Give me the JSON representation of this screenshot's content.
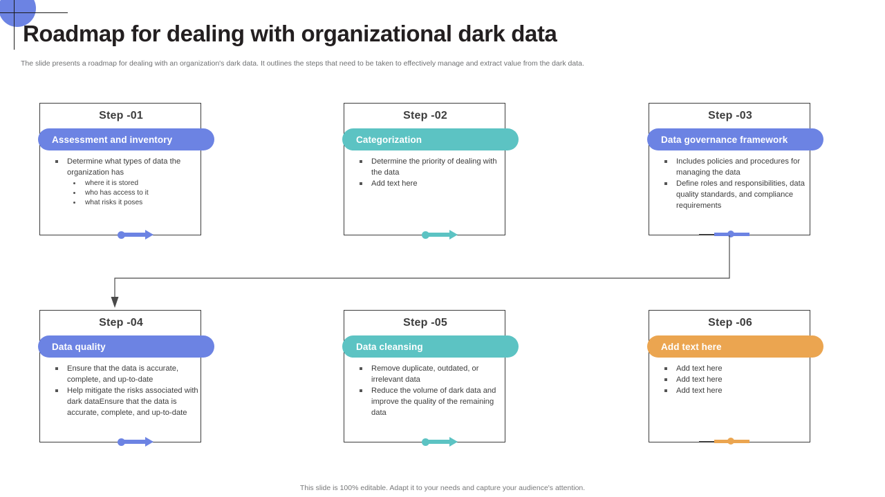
{
  "header": {
    "title": "Roadmap for dealing with organizational dark data",
    "subtitle": "The slide presents a roadmap for dealing with an organization's dark data. It outlines the steps that need to be taken to effectively manage and extract value from the dark data."
  },
  "footer": {
    "note": "This slide is 100% editable. Adapt it to your needs and capture your audience's attention."
  },
  "colors": {
    "blue": "#6C83E3",
    "teal": "#5CC3C3",
    "orange": "#EBA550",
    "title_text": "#231f20",
    "body_text": "#3c3c3c",
    "card_border": "#3b3b3b"
  },
  "steps": [
    {
      "step_label": "Step -01",
      "pill_label": "Assessment and inventory",
      "accent": "#6C83E3",
      "bullets": [
        {
          "text": "Determine what types of data the organization has",
          "sub": [
            "where it is stored",
            "who has access to it",
            "what risks it poses"
          ]
        }
      ],
      "connector": "arrow"
    },
    {
      "step_label": "Step -02",
      "pill_label": "Categorization",
      "accent": "#5CC3C3",
      "bullets": [
        {
          "text": "Determine the priority of dealing with the data",
          "sub": []
        },
        {
          "text": "Add text here",
          "sub": []
        }
      ],
      "connector": "arrow"
    },
    {
      "step_label": "Step -03",
      "pill_label": "Data governance framework",
      "accent": "#6C83E3",
      "bullets": [
        {
          "text": "Includes policies and procedures for managing the data",
          "sub": []
        },
        {
          "text": "Define roles and responsibilities, data quality standards, and compliance requirements",
          "sub": []
        }
      ],
      "connector": "flat"
    },
    {
      "step_label": "Step -04",
      "pill_label": "Data quality",
      "accent": "#6C83E3",
      "bullets": [
        {
          "text": "Ensure that the data is accurate, complete, and up-to-date",
          "sub": []
        },
        {
          "text": "Help mitigate the risks associated with dark dataEnsure that the data is accurate, complete, and up-to-date",
          "sub": []
        }
      ],
      "connector": "arrow"
    },
    {
      "step_label": "Step -05",
      "pill_label": "Data cleansing",
      "accent": "#5CC3C3",
      "bullets": [
        {
          "text": "Remove duplicate, outdated, or irrelevant data",
          "sub": []
        },
        {
          "text": "Reduce the volume of dark data and improve the quality of the remaining data",
          "sub": []
        }
      ],
      "connector": "arrow"
    },
    {
      "step_label": "Step -06",
      "pill_label": "Add text here",
      "accent": "#EBA550",
      "bullets": [
        {
          "text": "Add text here",
          "sub": []
        },
        {
          "text": "Add text here",
          "sub": []
        },
        {
          "text": "Add text here",
          "sub": []
        }
      ],
      "connector": "flat"
    }
  ]
}
